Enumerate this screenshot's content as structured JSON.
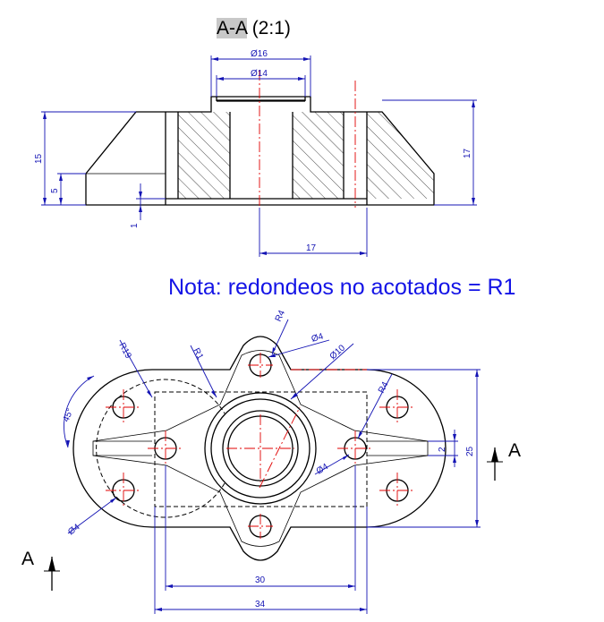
{
  "section_title": {
    "prefix": "A-A",
    "scale": " (2:1)"
  },
  "note": "Nota: redondeos no acotados = R1",
  "section_marks": {
    "right": "A",
    "left": "A"
  },
  "dimensions": {
    "top_d16": "Ø16",
    "top_d14": "Ø14",
    "top_h15": "15",
    "top_h5": "5",
    "top_h1": "1",
    "top_h17": "17",
    "top_w17": "17",
    "plan_r4_top": "R4",
    "plan_d4_top": "Ø4",
    "plan_d10": "Ø10",
    "plan_r19": "R19",
    "plan_r1": "R1",
    "plan_r4_right": "R4",
    "plan_45": "45°",
    "plan_d4_center": "Ø4",
    "plan_d4_left": "Ø4",
    "plan_2": "2",
    "plan_25": "25",
    "plan_30": "30",
    "plan_34": "34"
  },
  "colors": {
    "dimension": "#1414b4",
    "centerline": "#e00000",
    "note": "#1414e6",
    "outline": "#000000"
  }
}
